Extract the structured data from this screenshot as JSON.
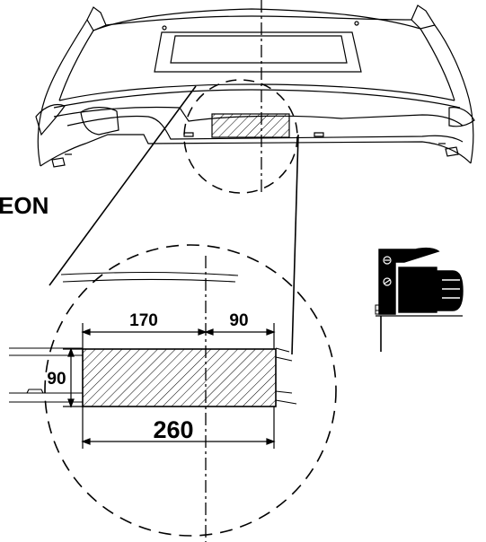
{
  "model_label": "EON",
  "dimensions": {
    "left_width": "170",
    "right_width": "90",
    "height": "90",
    "total_width": "260"
  },
  "icons": {
    "tool_icon": "jigsaw-cutting-icon"
  },
  "colors": {
    "line": "#000000",
    "background": "#ffffff"
  }
}
